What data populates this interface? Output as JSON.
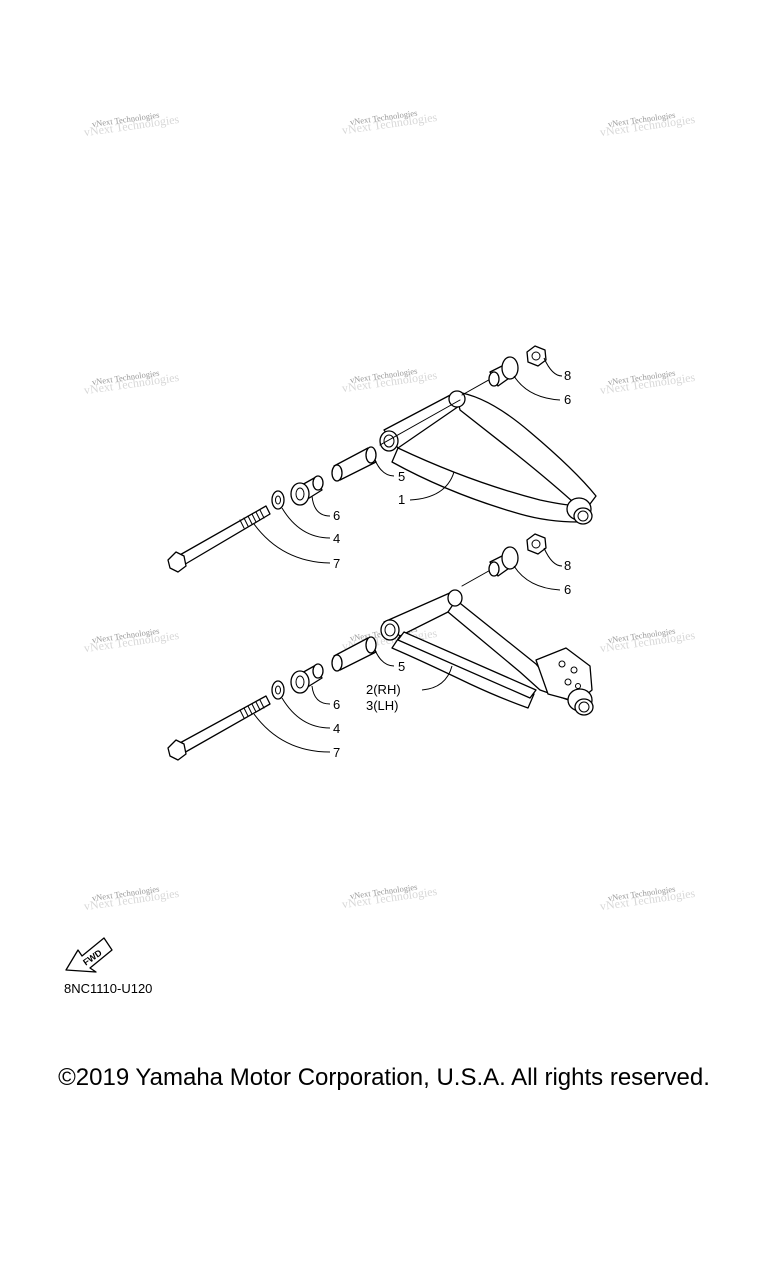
{
  "watermark_text": "vNext Technologies",
  "callouts": {
    "upper": {
      "nut": "8",
      "bushing_top": "6",
      "collar": "5",
      "arm": "1",
      "bushing_bottom": "6",
      "washer": "4",
      "bolt": "7"
    },
    "lower": {
      "nut": "8",
      "bushing_top": "6",
      "collar": "5",
      "arm_rh": "2(RH)",
      "arm_lh": "3(LH)",
      "bushing_bottom": "6",
      "washer": "4",
      "bolt": "7"
    }
  },
  "fwd_label": "FWD",
  "diagram_code": "8NC1110-U120",
  "copyright": "©2019 Yamaha Motor Corporation, U.S.A. All rights reserved."
}
